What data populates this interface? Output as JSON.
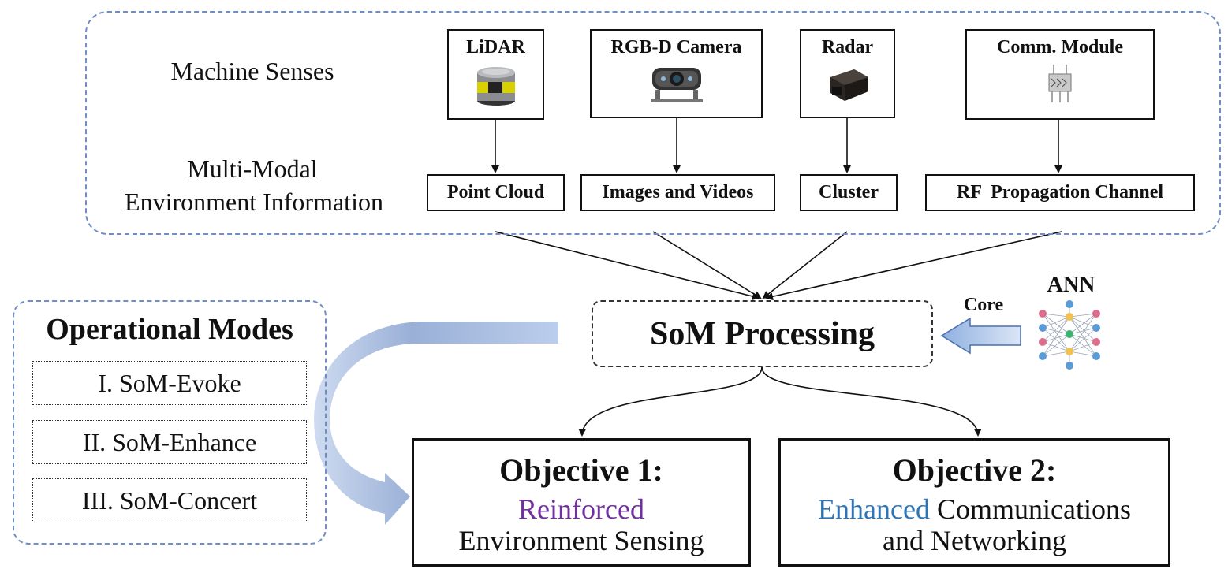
{
  "row_labels": {
    "machine_senses": "Machine Senses",
    "mm_line1": "Multi-Modal",
    "mm_line2": "Environment Information"
  },
  "sensors": [
    {
      "name": "LiDAR",
      "icon": "lidar-icon",
      "output": "Point Cloud"
    },
    {
      "name": "RGB-D Camera",
      "icon": "camera-icon",
      "output": "Images and Videos"
    },
    {
      "name": "Radar",
      "icon": "radar-icon",
      "output": "Cluster"
    },
    {
      "name": "Comm. Module",
      "icon": "comm-module-icon",
      "output": "RF  Propagation Channel"
    }
  ],
  "processing": {
    "label": "SoM Processing"
  },
  "ann": {
    "label": "ANN",
    "link_label": "Core"
  },
  "modes": {
    "title": "Operational Modes",
    "items": [
      "I. SoM-Evoke",
      "II. SoM-Enhance",
      "III. SoM-Concert"
    ]
  },
  "objectives": [
    {
      "title": "Objective 1:",
      "highlight": "Reinforced",
      "rest_line1": "",
      "line2": "Environment Sensing",
      "highlight_color": "#7030a0"
    },
    {
      "title": "Objective 2:",
      "highlight": "Enhanced",
      "rest_line1": " Communications",
      "line2": "and Networking",
      "highlight_color": "#2e75b6"
    }
  ],
  "colors": {
    "panel_border": "#6f8fc4",
    "flow_arrow": "#9db5dd"
  }
}
